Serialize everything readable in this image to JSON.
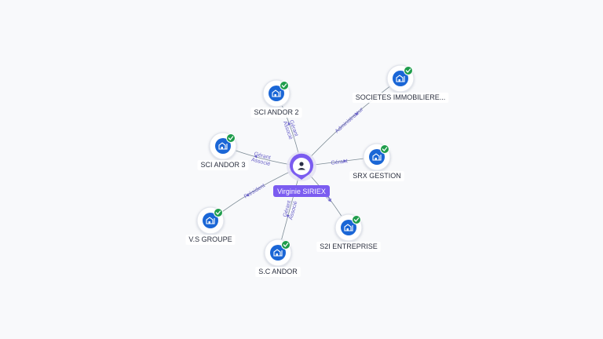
{
  "graph": {
    "center": {
      "name": "Virginie SIRIEX",
      "icon": "person-icon"
    },
    "companies": [
      {
        "id": "sci-andor-2",
        "name": "SCI ANDOR 2",
        "icon": "building-icon",
        "verified": true
      },
      {
        "id": "societes-immobiliere",
        "name": "SOCIETES IMMOBILIERE...",
        "icon": "building-icon",
        "verified": true
      },
      {
        "id": "sci-andor-3",
        "name": "SCI ANDOR 3",
        "icon": "building-icon",
        "verified": true
      },
      {
        "id": "srx-gestion",
        "name": "SRX GESTION",
        "icon": "building-icon",
        "verified": true
      },
      {
        "id": "vs-groupe",
        "name": "V.S GROUPE",
        "icon": "building-icon",
        "verified": true
      },
      {
        "id": "s2i-entreprise",
        "name": "S2I ENTREPRISE",
        "icon": "building-icon",
        "verified": true
      },
      {
        "id": "sc-andor",
        "name": "S.C ANDOR",
        "icon": "building-icon",
        "verified": true
      }
    ],
    "edges": [
      {
        "to": "sci-andor-2",
        "labels": [
          "Gérant",
          "Associé"
        ]
      },
      {
        "to": "societes-immobiliere",
        "labels": [
          "Administrateur"
        ]
      },
      {
        "to": "sci-andor-3",
        "labels": [
          "Gérant",
          "Associé"
        ]
      },
      {
        "to": "srx-gestion",
        "labels": [
          "Gérant"
        ]
      },
      {
        "to": "vs-groupe",
        "labels": [
          "Président"
        ]
      },
      {
        "to": "s2i-entreprise",
        "labels": [
          "...ant"
        ]
      },
      {
        "to": "sc-andor",
        "labels": [
          "Gérant",
          "Associé"
        ]
      }
    ],
    "colors": {
      "accent": "#7b5cf0",
      "node_icon": "#1a66d6",
      "verified": "#1f9d4c",
      "edge": "#7d8c96",
      "edge_label": "#6b63c9"
    }
  }
}
